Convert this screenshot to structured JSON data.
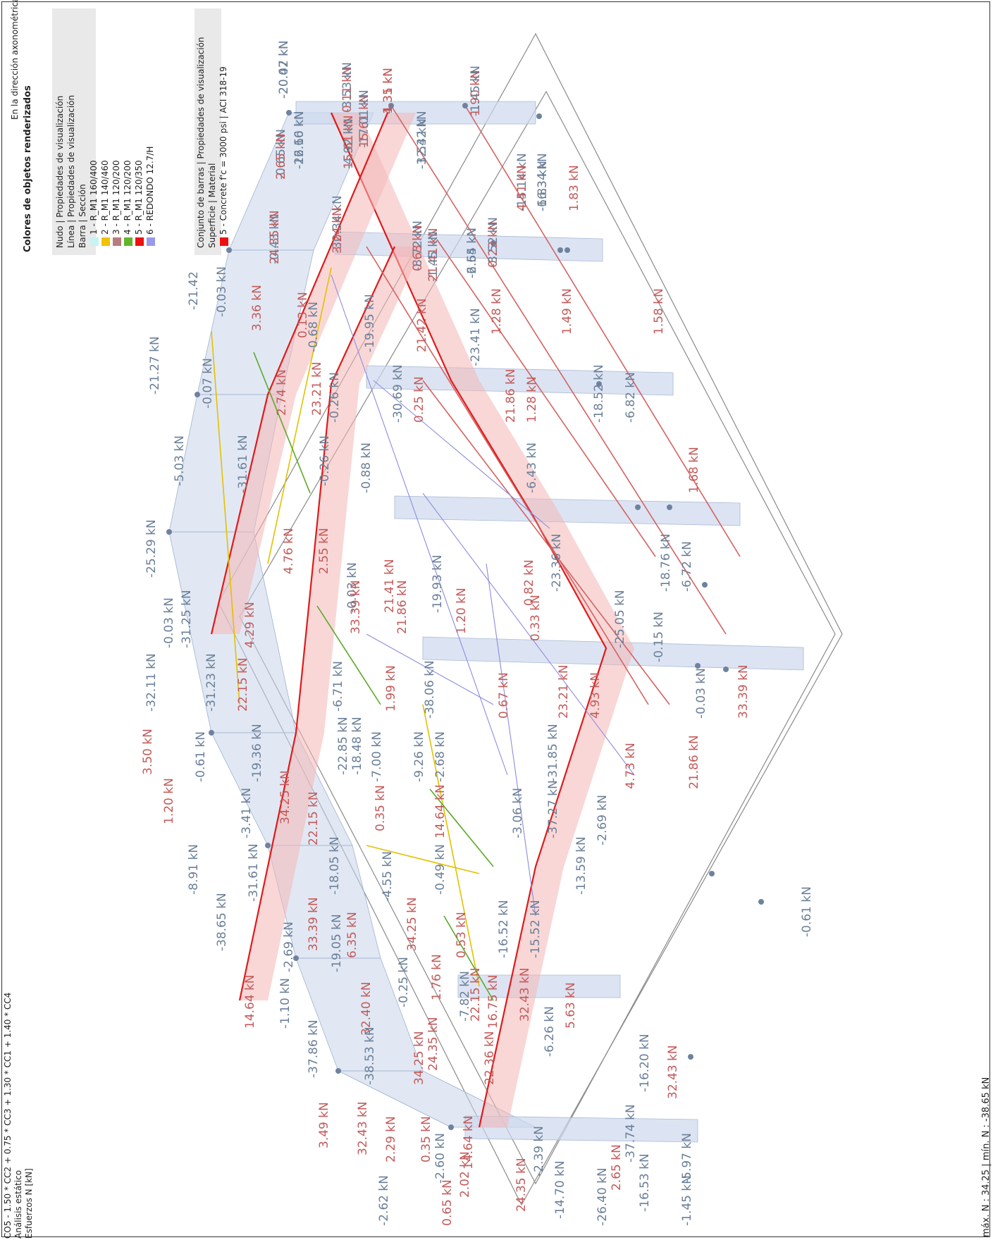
{
  "header": {
    "combination": "CO5 - 1.50 * CC2 + 0.75 * CC3 + 1.30 * CC1 + 1.40 * CC4",
    "analysis": "Análisis estático",
    "result": "Esfuerzos N [kN]"
  },
  "legend": {
    "direction": "En la dirección axonométrica",
    "title": "Colores de objetos renderizados",
    "group1_lines": [
      "Nudo | Propiedades de visualización",
      "Línea | Propiedades de visualización",
      "Barra | Sección"
    ],
    "sections": [
      {
        "label": "1 - R_M1 160/400",
        "color": "#c9f2f2"
      },
      {
        "label": "2 - R_M1 140/460",
        "color": "#f2c200"
      },
      {
        "label": "3 - R_M1 120/200",
        "color": "#b87c7c"
      },
      {
        "label": "4 - R_M1 120/200",
        "color": "#63b52a"
      },
      {
        "label": "5 - R_M1 120/350",
        "color": "#ee1111"
      },
      {
        "label": "6 - REDONDO 12.7/H",
        "color": "#9999ee"
      }
    ],
    "group2_lines": [
      "Conjunto de barras | Propiedades de visualización",
      "Superficie | Material"
    ],
    "materials": [
      {
        "label": "5 - Concrete f'c = 3000 psi | ACI 318-19",
        "color": "#ee1111"
      }
    ]
  },
  "footer": {
    "stats": "máx. N : 34.25 | mín. N : -38.65 kN"
  },
  "labels": [
    "-20.47 kN",
    "0.11 kN",
    "15.61 kN",
    "1.35 kN",
    "1.90 kN",
    "15.61 kN",
    "-12.60 kN",
    "-0.65 kN",
    "-12.42 kN",
    "-0.43 kN",
    "-30.34 kN",
    "0.63 kN",
    "21.41 kN",
    "-6.54 kN",
    "0.23 kN",
    "-15.14 kN",
    "-6.83 kN",
    "1.83 kN",
    "-21.42",
    "-0.03 kN",
    "3.36 kN",
    "0.13 kN",
    "-0.68 kN",
    "-19.95 kN",
    "21.42 kN",
    "-23.41 kN",
    "1.28 kN",
    "1.49 kN",
    "1.58 kN",
    "-21.27 kN",
    "-0.07 kN",
    "2.74 kN",
    "23.21 kN",
    "-0.26 kN",
    "-30.69 kN",
    "0.25 kN",
    "21.86 kN",
    "1.28 kN",
    "-18.52 kN",
    "-6.82 kN",
    "-5.03 kN",
    "-31.61 kN",
    "-0.26 kN",
    "-0.88 kN",
    "-6.43 kN",
    "1.68 kN",
    "-25.29 kN",
    "4.76 kN",
    "2.55 kN",
    "-0.03 kN",
    "21.41 kN",
    "-19.93 kN",
    "0.82 kN",
    "-23.36 kN",
    "-18.76 kN",
    "-6.72 kN",
    "-0.03 kN",
    "-31.25 kN",
    "4.29 kN",
    "33.39 kN",
    "21.86 kN",
    "1.20 kN",
    "0.33 kN",
    "-25.05 kN",
    "-0.15 kN",
    "-32.11 kN",
    "-31.23 kN",
    "22.15 kN",
    "-6.71 kN",
    "1.99 kN",
    "-38.06 kN",
    "0.67 kN",
    "23.21 kN",
    "4.93 kN",
    "-0.03 kN",
    "33.39 kN",
    "3.50 kN",
    "-0.61 kN",
    "-19.36 kN",
    "-22.85 kN",
    "-18.48 kN",
    "-7.00 kN",
    "-9.26 kN",
    "-2.68 kN",
    "-31.85 kN",
    "4.73 kN",
    "21.86 kN",
    "1.20 kN",
    "-3.41 kN",
    "34.25 kN",
    "22.15 kN",
    "0.35 kN",
    "14.64 kN",
    "-3.06 kN",
    "-37.27 kN",
    "-2.69 kN",
    "-8.91 kN",
    "-31.61 kN",
    "-18.05 kN",
    "-4.55 kN",
    "-0.49 kN",
    "-13.59 kN",
    "-0.61 kN",
    "-38.65 kN",
    "33.39 kN",
    "6.35 kN",
    "34.25 kN",
    "0.53 kN",
    "-16.52 kN",
    "-15.52 kN",
    "-2.69 kN",
    "-19.05 kN",
    "-0.25 kN",
    "1.76 kN",
    "22.15 kN",
    "32.43 kN",
    "14.64 kN",
    "-1.10 kN",
    "32.40 kN",
    "-7.82 kN",
    "16.75 kN",
    "5.63 kN",
    "-37.86 kN",
    "-38.53 kN",
    "34.25 kN",
    "22.36 kN",
    "3.49 kN",
    "32.43 kN",
    "2.29 kN",
    "0.35 kN",
    "14.64 kN",
    "-2.39 kN",
    "-2.62 kN",
    "-2.60 kN",
    "2.02 kN",
    "24.35 kN",
    "-14.70 kN",
    "0.65 kN",
    "-6.26 kN",
    "-16.20 kN",
    "24.35 kN",
    "-37.74 kN",
    "-26.40 kN",
    "32.43 kN",
    "-5.97 kN",
    "-16.53 kN",
    "-1.45 kN",
    "2.65 kN",
    "-20.02 kN",
    "-3.53 kN",
    "-17.01 kN",
    "4.31 kN",
    "-1.45 kN",
    "-4.92 kN",
    "-26.16 kN",
    "2.65 kN",
    "-3.53 kN",
    "24.35 kN",
    "3.24 kN",
    "-8.72 kN",
    "-1.45 kN",
    "-2.65 kN",
    "-3.52 kN",
    "4.41 kN",
    "-16.34 kN"
  ]
}
